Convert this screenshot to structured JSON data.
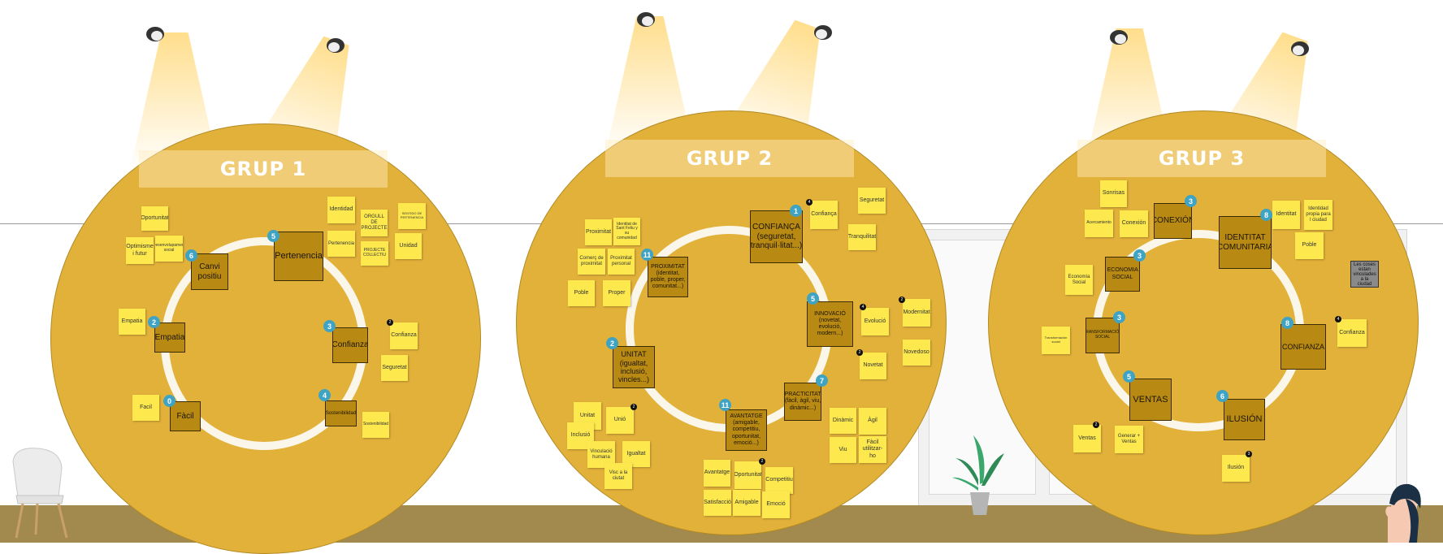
{
  "groups": [
    {
      "title": "GRUP 1",
      "notes": [
        "Oportunitat",
        "Optimisme i futur",
        "Desenvolupament social",
        "Empatia",
        "Facil",
        "Identidad",
        "ORGULL DE PROJECTE",
        "SENTIDO DE PERTENENCIA",
        "Pertenencia",
        "PROJECTE COLLECTIU",
        "Unidad",
        "Confianza",
        "Seguretat",
        "Sostenibilidad"
      ],
      "themes": [
        {
          "label": "Canvi positiu",
          "count": "6"
        },
        {
          "label": "Pertenencia",
          "count": "5"
        },
        {
          "label": "Empatia",
          "count": "2"
        },
        {
          "label": "Confianza",
          "count": "3"
        },
        {
          "label": "Fàcil",
          "count": "0"
        },
        {
          "label": "Sostenibilidad",
          "count": "4"
        }
      ],
      "dots": [
        "2"
      ]
    },
    {
      "title": "GRUP 2",
      "notes": [
        "Proximitat",
        "Identitat de Sant Feliu y su comunidad",
        "Comerç de proximitat",
        "Proximitat personal",
        "Poble",
        "Proper",
        "Confiança",
        "Seguretat",
        "Tranquilitat",
        "Evolució",
        "Modernitat",
        "Novedoso",
        "Novetat",
        "Unitat",
        "Unió",
        "Inclusió",
        "Vinculació humana",
        "Igualtat",
        "Visc a la ciutat",
        "Dinàmic",
        "Àgil",
        "Viu",
        "Fàcil utilitzar-ho",
        "Avantatge",
        "Oportunitat",
        "Competitiu",
        "Satisfacció",
        "Amigable",
        "Emoció"
      ],
      "themes": [
        {
          "label": "CONFIANÇA (seguretat, tranquil·litat...)",
          "count": "1"
        },
        {
          "label": "PROXIMITAT (identitat, poble, proper, comunitat...)",
          "count": "11"
        },
        {
          "label": "INNOVACIÓ (novetat, evolució, modern...)",
          "count": "5"
        },
        {
          "label": "UNITAT (igualtat, inclusió, vincles...)",
          "count": "2"
        },
        {
          "label": "PRACTICITAT (fàcil, àgil, viu, dinàmic...)",
          "count": "7"
        },
        {
          "label": "AVANTATGE (amigable, competitiu, oportunitat, emoció...)",
          "count": "11"
        }
      ],
      "dots": [
        "4",
        "4",
        "2",
        "2",
        "2",
        "2"
      ]
    },
    {
      "title": "GRUP 3",
      "notes": [
        "Sonrisas",
        "Acercamiento",
        "Conexión",
        "Identitat",
        "Identidad propia para l ciudad",
        "Poble",
        "Economía Social",
        "Transformación social",
        "Confianza",
        "Ventas",
        "Generar + Ventas",
        "Ilusión"
      ],
      "themes": [
        {
          "label": "CONEXIÓN",
          "count": "3"
        },
        {
          "label": "IDENTITAT COMUNITARIA",
          "count": "8"
        },
        {
          "label": "ECONOMIA SOCIAL",
          "count": "3"
        },
        {
          "label": "TRANSFORMACIÓN SOCIAL",
          "count": "3"
        },
        {
          "label": "CONFIANZA",
          "count": "8"
        },
        {
          "label": "VENTAS",
          "count": "5"
        },
        {
          "label": "ILUSIÓN",
          "count": "6"
        }
      ],
      "dots": [
        "4",
        "2",
        "3"
      ],
      "gray_note": "Les coses estan vinculades a la ciudad"
    }
  ]
}
